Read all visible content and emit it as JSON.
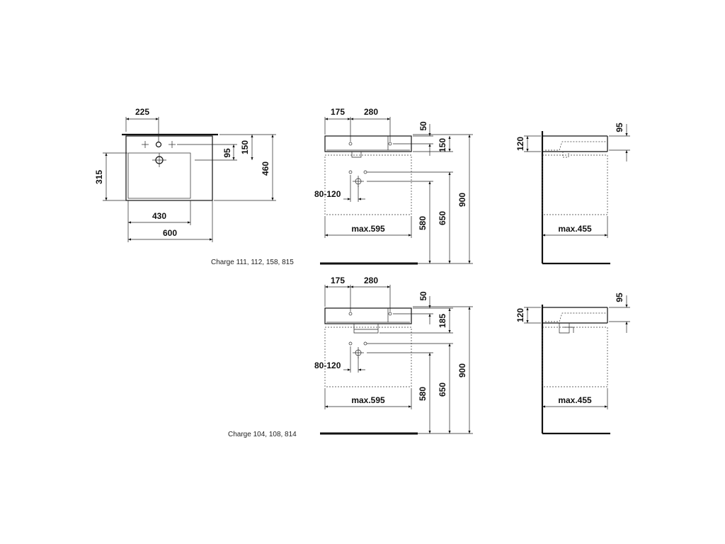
{
  "plan_view": {
    "dim_tap_offset": "225",
    "dim_95": "95",
    "dim_150": "150",
    "dim_460": "460",
    "dim_315": "315",
    "dim_430": "430",
    "dim_600": "600"
  },
  "caption_top": "Charge 111, 112, 158, 815",
  "caption_bottom": "Charge 104, 108, 814",
  "front_top": {
    "dim_175": "175",
    "dim_280": "280",
    "dim_50": "50",
    "dim_150": "150",
    "dim_80_120": "80-120",
    "dim_max595": "max.595",
    "dim_580": "580",
    "dim_650": "650",
    "dim_900": "900"
  },
  "side_top": {
    "dim_120": "120",
    "dim_95": "95",
    "dim_max455": "max.455"
  },
  "front_bottom": {
    "dim_175": "175",
    "dim_280": "280",
    "dim_50": "50",
    "dim_185": "185",
    "dim_80_120": "80-120",
    "dim_max595": "max.595",
    "dim_580": "580",
    "dim_650": "650",
    "dim_900": "900"
  },
  "side_bottom": {
    "dim_120": "120",
    "dim_95": "95",
    "dim_max455": "max.455"
  }
}
